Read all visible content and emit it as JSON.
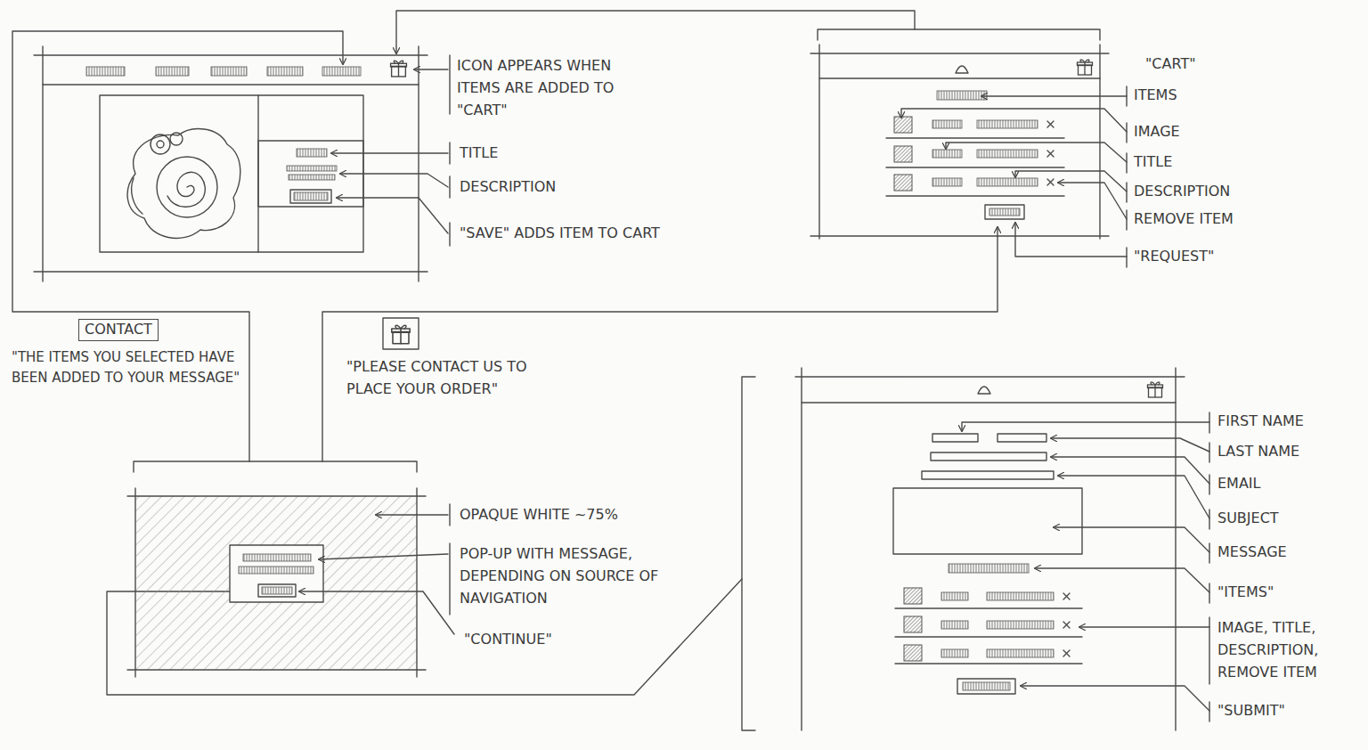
{
  "diagram": {
    "nodes": [
      {
        "text": [
          "CONTACT"
        ]
      }
    ],
    "labels": [
      "ICON APPEARS WHEN ITEMS ARE ADDED TO \"CART\"",
      "TITLE",
      "DESCRIPTION",
      "\"SAVE\" ADDS ITEM TO CART",
      "\"CART\"",
      "ITEMS",
      "IMAGE",
      "TITLE",
      "DESCRIPTION",
      "REMOVE ITEM",
      "\"REQUEST\"",
      "\"THE ITEMS YOU SELECTED HAVE BEEN ADDED TO YOUR MESSAGE\"",
      "\"PLEASE CONTACT US TO PLACE YOUR ORDER\"",
      "OPAQUE WHITE ~75%",
      "POP-UP WITH MESSAGE, DEPENDING ON SOURCE OF NAVIGATION",
      "\"CONTINUE\"",
      "FIRST NAME",
      "LAST NAME",
      "EMAIL",
      "SUBJECT",
      "MESSAGE",
      "\"ITEMS\"",
      "IMAGE, TITLE, DESCRIPTION, REMOVE ITEM",
      "\"SUBMIT\""
    ]
  }
}
